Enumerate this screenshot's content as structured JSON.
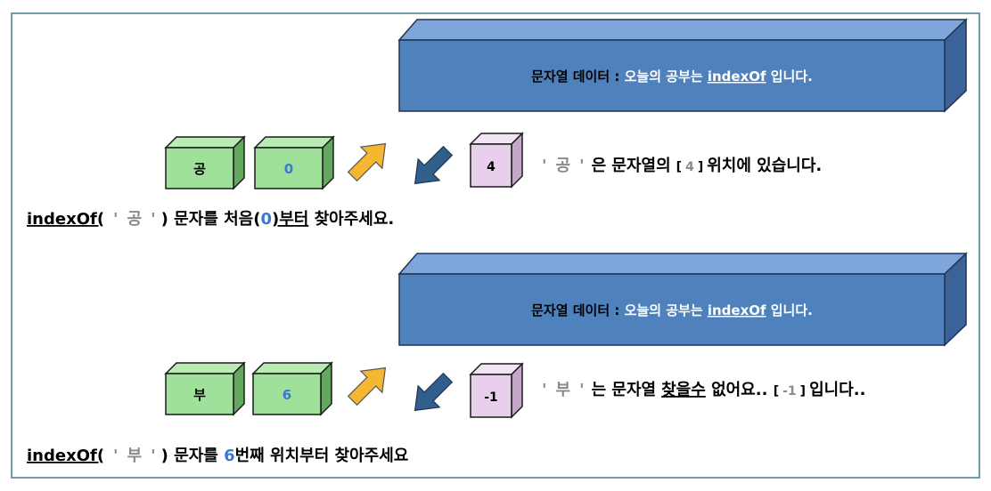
{
  "sections": [
    {
      "banner": {
        "label": "문자열 데이터 : ",
        "sentence": "오늘의 공부는 ",
        "keyword": "indexOf",
        "tail": " 입니다."
      },
      "cube_char": "공",
      "cube_start": "0",
      "cube_result": "4",
      "result_text": {
        "q1": "'",
        "ch": "공",
        "q2": "'",
        "mid": "은  문자열의",
        "lb": "[",
        "num": "4",
        "rb": "]",
        "end": "위치에 있습니다."
      },
      "caption": {
        "fn": "indexOf(",
        "q1": "'",
        "ch": "공",
        "q2": "'",
        "p1": ") 문자를 처음(",
        "num": "0",
        "p2": ")부터",
        "p3": " 찾아주세요."
      }
    },
    {
      "banner": {
        "label": "문자열 데이터 : ",
        "sentence": "오늘의 공부는 ",
        "keyword": "indexOf",
        "tail": " 입니다."
      },
      "cube_char": "부",
      "cube_start": "6",
      "cube_result": "-1",
      "result_text": {
        "q1": "'",
        "ch": "부",
        "q2": "'",
        "mid": "는 문자열",
        "wavy": "찾을수",
        "mid2": " 없어요.. ",
        "lb": "[",
        "num": "-1",
        "rb": "]",
        "end": "입니다.."
      },
      "caption": {
        "fn": "indexOf(",
        "q1": "'",
        "ch": "부",
        "q2": "'",
        "p1": ") 문자를 ",
        "num": "6",
        "p2": "번째 위치부터 찾아주세요"
      }
    }
  ],
  "colors": {
    "banner_front": "#4f81bd",
    "banner_top": "#7ea6da",
    "banner_side": "#3c6399",
    "green_front": "#9fe09a",
    "green_top": "#b8ecb3",
    "green_side": "#63a85e",
    "pink_front": "#e8d0ec",
    "pink_top": "#f2e4f4",
    "pink_side": "#c4a8c9",
    "arrow_up": "#f5b731",
    "arrow_down": "#2f5f8a",
    "accent_blue": "#3a78d4",
    "quote_gray": "#8a8a8a"
  },
  "icons": [
    "arrow-up-right-icon",
    "arrow-down-left-icon"
  ]
}
